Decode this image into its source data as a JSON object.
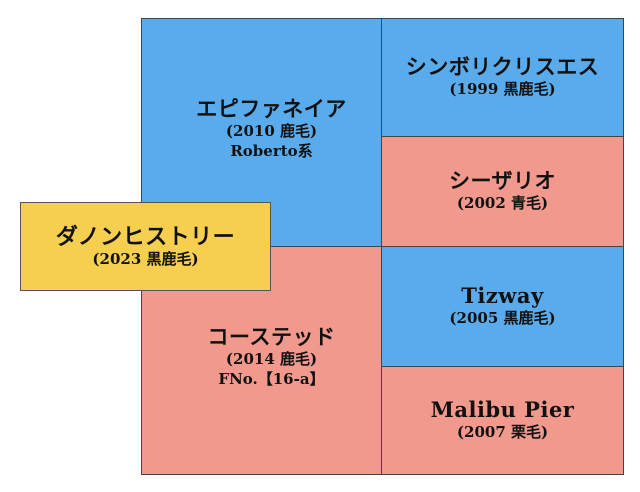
{
  "subject": {
    "name": "ダノンヒストリー",
    "detail": "(2023 黒鹿毛)",
    "color": "#f5cf4d"
  },
  "sire": {
    "name": "エピファネイア",
    "detail": "(2010 鹿毛)",
    "line": "Roberto系",
    "color": "#5aabeb"
  },
  "sire_sire": {
    "name": "シンボリクリスエス",
    "detail": "(1999 黒鹿毛)",
    "color": "#5aabeb"
  },
  "sire_dam": {
    "name": "シーザリオ",
    "detail": "(2002 青毛)",
    "color": "#f0998c"
  },
  "dam": {
    "name": "コーステッド",
    "detail": "(2014 鹿毛)",
    "family": "FNo.【16-a】",
    "color": "#f0998c"
  },
  "dam_sire": {
    "name": "Tizway",
    "detail": "(2005 黒鹿毛)",
    "color": "#5aabeb"
  },
  "dam_dam": {
    "name": "Malibu Pier",
    "detail": "(2007 栗毛)",
    "color": "#f0998c"
  }
}
